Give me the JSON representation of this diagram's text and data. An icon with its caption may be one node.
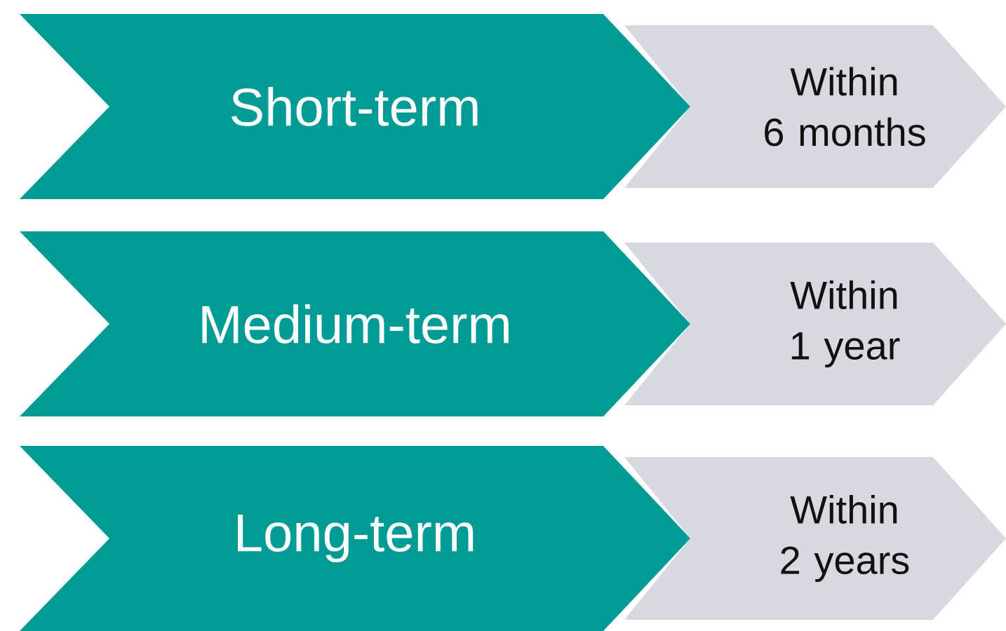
{
  "diagram": {
    "nodes": [
      {
        "text": [
          "Short-term"
        ]
      },
      {
        "text": [
          "Within 6 months"
        ]
      },
      {
        "text": [
          "Medium-term"
        ]
      },
      {
        "text": [
          "Within 1 year"
        ]
      },
      {
        "text": [
          "Long-term"
        ]
      },
      {
        "text": [
          "Within 2 years"
        ]
      }
    ]
  }
}
